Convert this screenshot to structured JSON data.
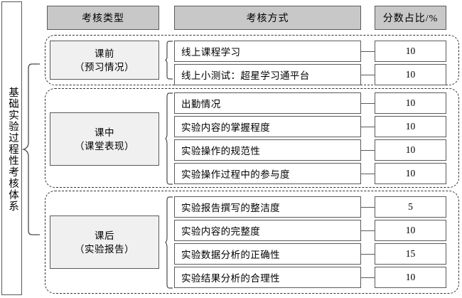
{
  "diagram": {
    "vertical_title": "基础实验过程性考核体系",
    "headers": {
      "type": "考核类型",
      "method": "考核方式",
      "score": "分数占比/%"
    },
    "colors": {
      "header_fill": "#c8c8c8",
      "category_fill": "#f0f0f0",
      "box_stroke": "#5a5a5a",
      "dashed_stroke": "#333333",
      "background": "#ffffff"
    },
    "groups": [
      {
        "category_line1": "课前",
        "category_line2": "（预习情况）",
        "rows": [
          {
            "method": "线上课程学习",
            "score": "10"
          },
          {
            "method": "线上小测试：超星学习通平台",
            "score": "10"
          }
        ]
      },
      {
        "category_line1": "课中",
        "category_line2": "（课堂表现）",
        "rows": [
          {
            "method": "出勤情况",
            "score": "10"
          },
          {
            "method": "实验内容的掌握程度",
            "score": "10"
          },
          {
            "method": "实验操作的规范性",
            "score": "10"
          },
          {
            "method": "实验操作过程中的参与度",
            "score": "10"
          }
        ]
      },
      {
        "category_line1": "课后",
        "category_line2": "（实验报告）",
        "rows": [
          {
            "method": "实验报告撰写的整洁度",
            "score": "5"
          },
          {
            "method": "实验内容的完整度",
            "score": "10"
          },
          {
            "method": "实验数据分析的正确性",
            "score": "15"
          },
          {
            "method": "实验结果分析的合理性",
            "score": "10"
          }
        ]
      }
    ]
  }
}
